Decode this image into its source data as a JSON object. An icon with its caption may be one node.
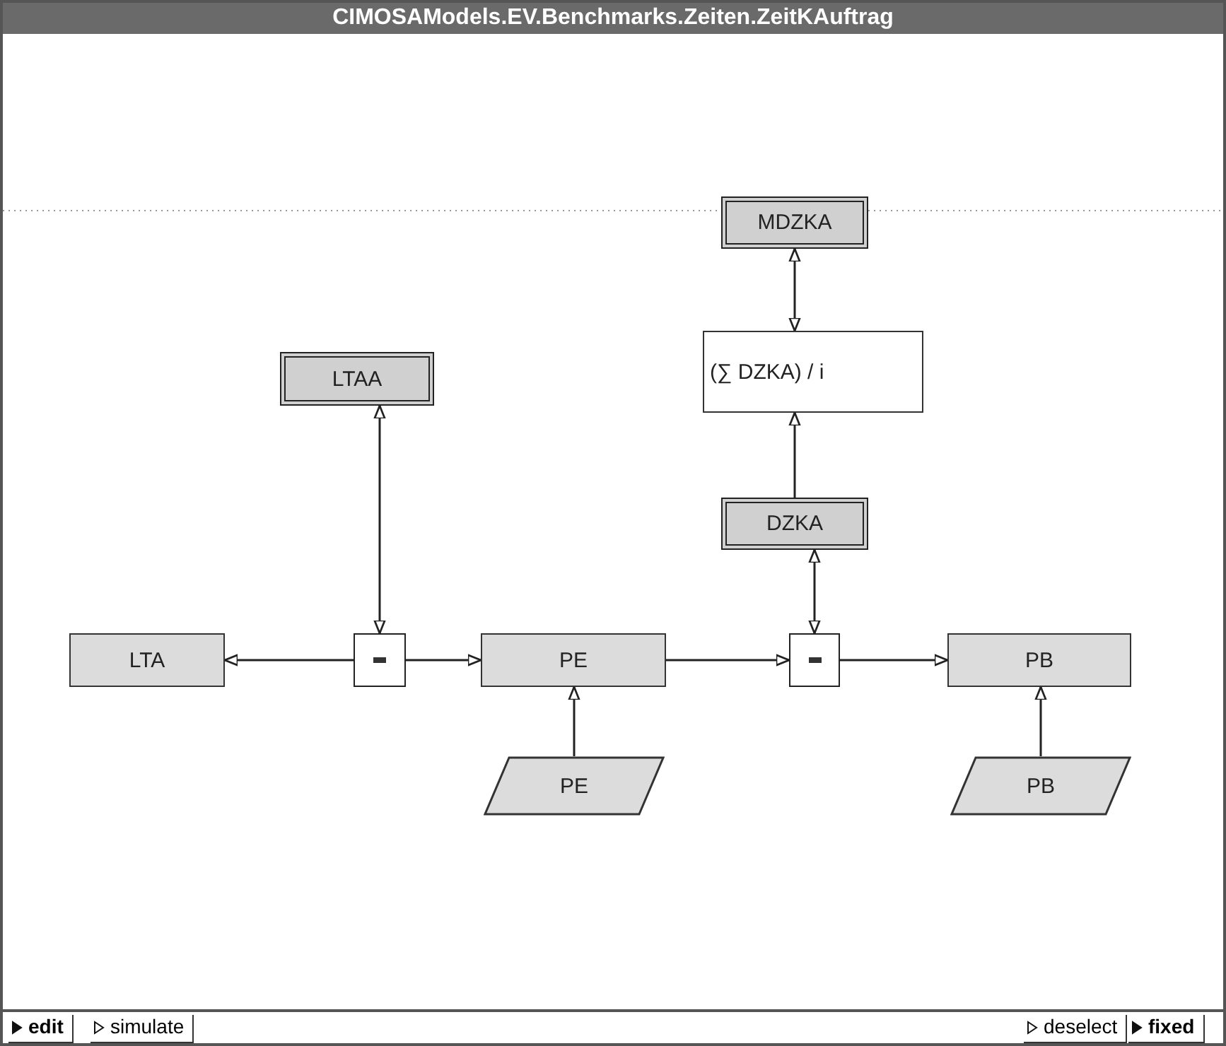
{
  "diagram": {
    "title": "CIMOSAModels.EV.Benchmarks.Zeiten.ZeitKAuftrag",
    "nodes": [
      {
        "text": [
          "MDZKA"
        ]
      },
      {
        "text": [
          "(∑ DZKA) / i"
        ]
      },
      {
        "text": [
          "LTAA"
        ]
      },
      {
        "text": [
          "DZKA"
        ]
      },
      {
        "text": [
          "LTA"
        ]
      },
      {
        "text": [],
        "shape": "box"
      },
      {
        "text": [
          "PE"
        ]
      },
      {
        "text": [],
        "shape": "box"
      },
      {
        "text": [
          "PB"
        ]
      },
      {
        "text": [
          "PE"
        ]
      },
      {
        "text": [
          "PB"
        ]
      }
    ],
    "edges": [
      {
        "from": 0,
        "to": 1,
        "arrow": "both"
      },
      {
        "from": 3,
        "to": 1,
        "arrow": "to"
      },
      {
        "from": 2,
        "to": 5,
        "arrow": "both"
      },
      {
        "from": 3,
        "to": 7,
        "arrow": "both"
      },
      {
        "from": 5,
        "to": 4,
        "arrow": "to"
      },
      {
        "from": 5,
        "to": 6,
        "arrow": "to"
      },
      {
        "from": 6,
        "to": 7,
        "arrow": "to"
      },
      {
        "from": 7,
        "to": 8,
        "arrow": "to"
      },
      {
        "from": 9,
        "to": 6,
        "arrow": "to"
      },
      {
        "from": 10,
        "to": 8,
        "arrow": "to"
      }
    ],
    "labels": [
      "edit",
      "simulate",
      "deselect",
      "fixed"
    ]
  }
}
